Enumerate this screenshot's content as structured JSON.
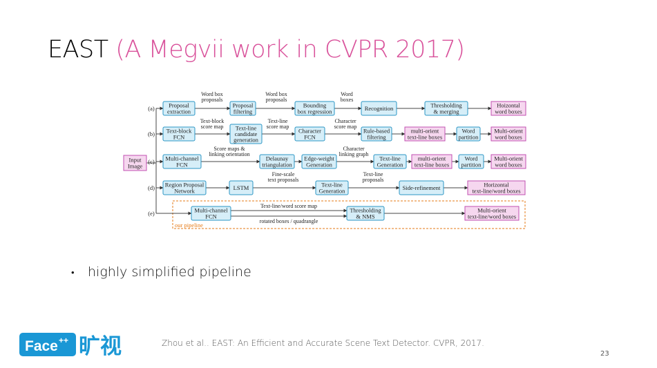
{
  "slide": {
    "title_main": "EAST",
    "title_accent": "(A Megvii work in CVPR 2017)",
    "bullet": "highly simplified pipeline",
    "citation": "Zhou et al.. EAST: An Efficient and Accurate Scene Text Detector. CVPR, 2017.",
    "page_number": "23"
  },
  "logo": {
    "face": "Face",
    "plus": "++",
    "chinese": "旷视"
  },
  "colors": {
    "accent": "#d9529b",
    "blue_box_fill": "#d6eef8",
    "blue_box_stroke": "#2b95c4",
    "pink_box_fill": "#f6d7ef",
    "pink_box_stroke": "#c04fb0",
    "pipeline_frame": "#e67a16",
    "logo_blue": "#1a97d5"
  },
  "diagram": {
    "input": [
      "Input",
      "Image"
    ],
    "row_labels": [
      "(a)",
      "(b)",
      "(c)",
      "(d)",
      "(e)"
    ],
    "row_a": {
      "boxes": [
        [
          "Proposal",
          "extraction"
        ],
        [
          "Proposal",
          "filtering"
        ],
        [
          "Bounding",
          "box regression"
        ],
        [
          "Recognition"
        ],
        [
          "Thresholding",
          "& merging"
        ],
        [
          "Hoizontal",
          "word boxes"
        ]
      ],
      "edges": [
        [
          "Word box",
          "proposals"
        ],
        [
          "Word box",
          "proposals"
        ],
        [
          "Word",
          "boxes"
        ]
      ]
    },
    "row_b": {
      "boxes": [
        [
          "Text-block",
          "FCN"
        ],
        [
          "Text-line",
          "candidate",
          "generation"
        ],
        [
          "Character",
          "FCN"
        ],
        [
          "Rule-based",
          "filtering"
        ],
        [
          "multi-orient",
          "text-line boxes"
        ],
        [
          "Word",
          "partition"
        ],
        [
          "Multi-orient",
          "word boxes"
        ]
      ],
      "edges": [
        [
          "Text-block",
          "score map"
        ],
        [
          "Text-line",
          "score map"
        ],
        [
          "Character",
          "score map"
        ]
      ]
    },
    "row_c": {
      "boxes": [
        [
          "Multi-channel",
          "FCN"
        ],
        [
          "Delaunay",
          "triangulation"
        ],
        [
          "Edge-weight",
          "Generation"
        ],
        [
          "Text-line",
          "Generation"
        ],
        [
          "multi-orient",
          "text-line boxes"
        ],
        [
          "Word",
          "partition"
        ],
        [
          "Multi-orient",
          "word boxes"
        ]
      ],
      "edges": [
        [
          "Score maps &",
          "linking orientation"
        ],
        [
          "Character",
          "linking graph"
        ]
      ]
    },
    "row_d": {
      "boxes": [
        [
          "Region Proposal",
          "Network"
        ],
        [
          "LSTM"
        ],
        [
          "Text-line",
          "Generation"
        ],
        [
          "Side-refinement"
        ],
        [
          "Horizontal",
          "text-line/word boxes"
        ]
      ],
      "edges": [
        [
          "Fine-scale",
          "text proposals"
        ],
        [
          "Text-line",
          "proposals"
        ]
      ]
    },
    "row_e": {
      "boxes": [
        [
          "Multi-channel",
          "FCN"
        ],
        [
          "Thresholding",
          "& NMS"
        ],
        [
          "Multi-orient",
          "text-line/word boxes"
        ]
      ],
      "edges": [
        "Text-line/word score map",
        "rotated boxes / quadrangle"
      ],
      "frame_label": "our pipeline"
    }
  }
}
